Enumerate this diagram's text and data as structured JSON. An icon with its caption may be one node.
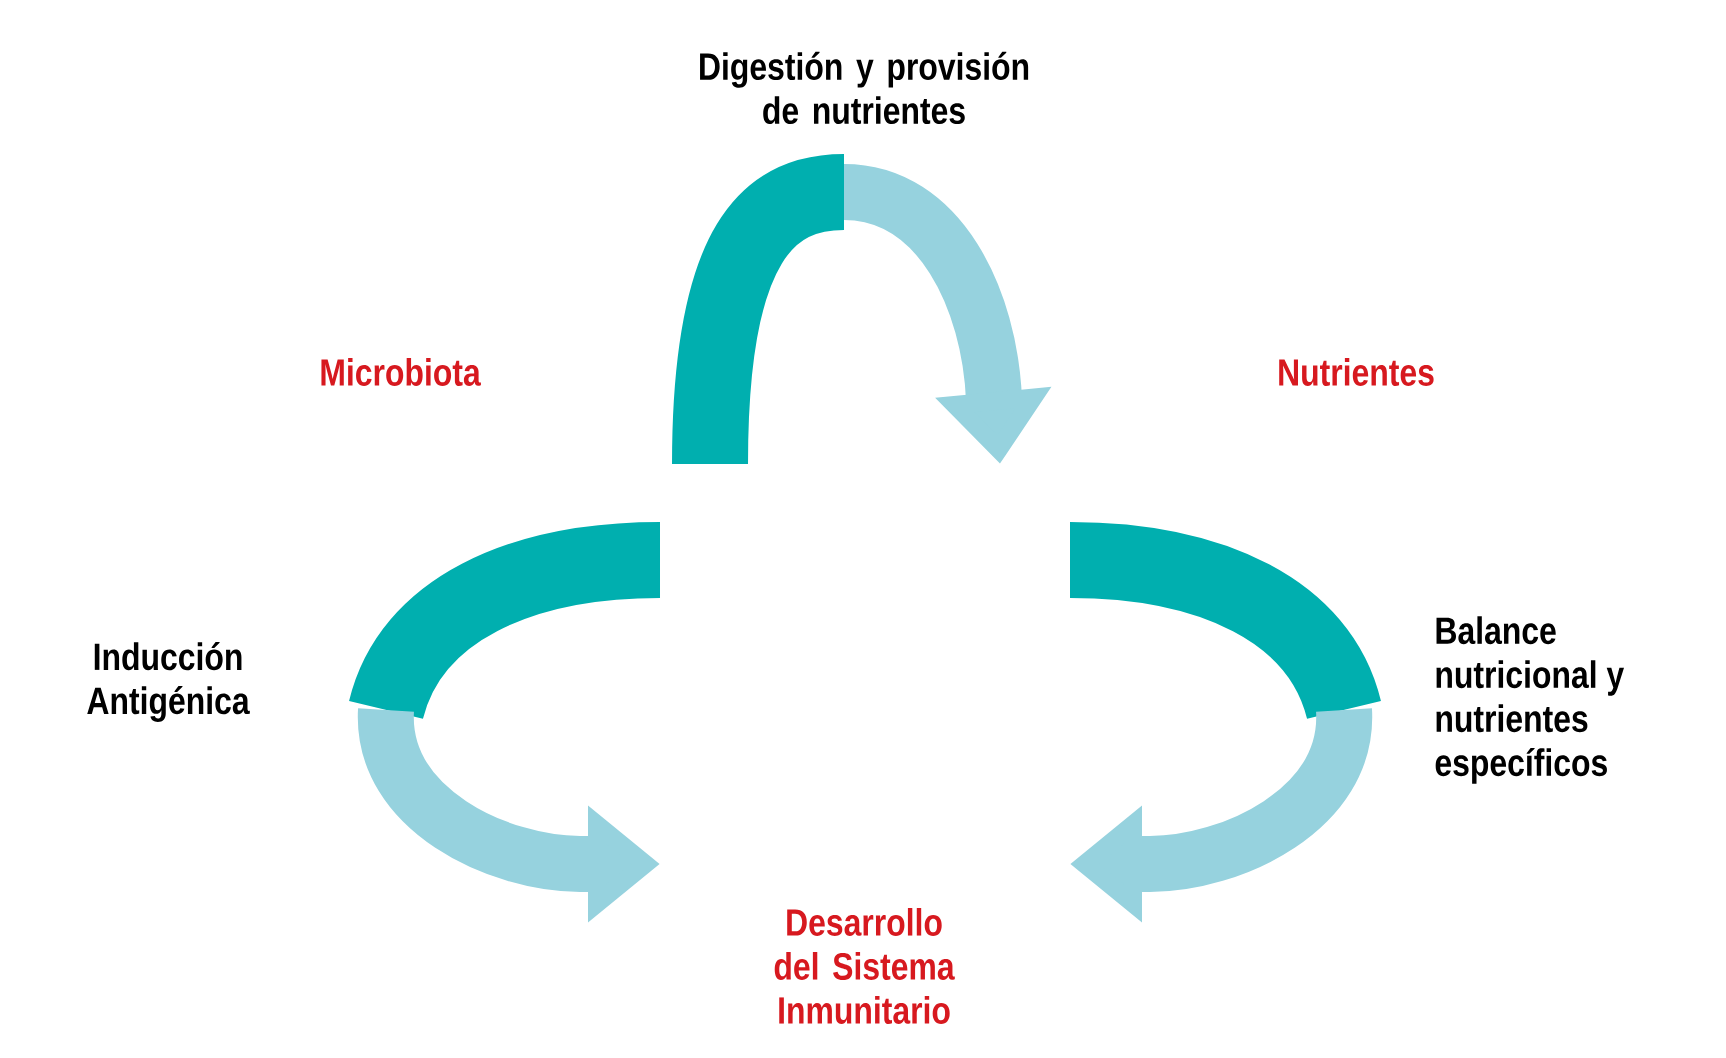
{
  "diagram": {
    "nodes": [
      {
        "text": [
          "Microbiota"
        ]
      },
      {
        "text": [
          "Nutrientes"
        ]
      },
      {
        "text": [
          "Desarrollo del Sistema Inmunitario"
        ]
      }
    ],
    "edges": [
      {
        "from": null,
        "to": 2,
        "arrow": "to",
        "label": "Inducción Antigénica"
      },
      {
        "from": null,
        "to": 2,
        "arrow": "to",
        "label": "Balance nutricional y nutrientes específicos"
      }
    ],
    "labels": [
      "Digestión y provisión de nutrientes"
    ]
  }
}
